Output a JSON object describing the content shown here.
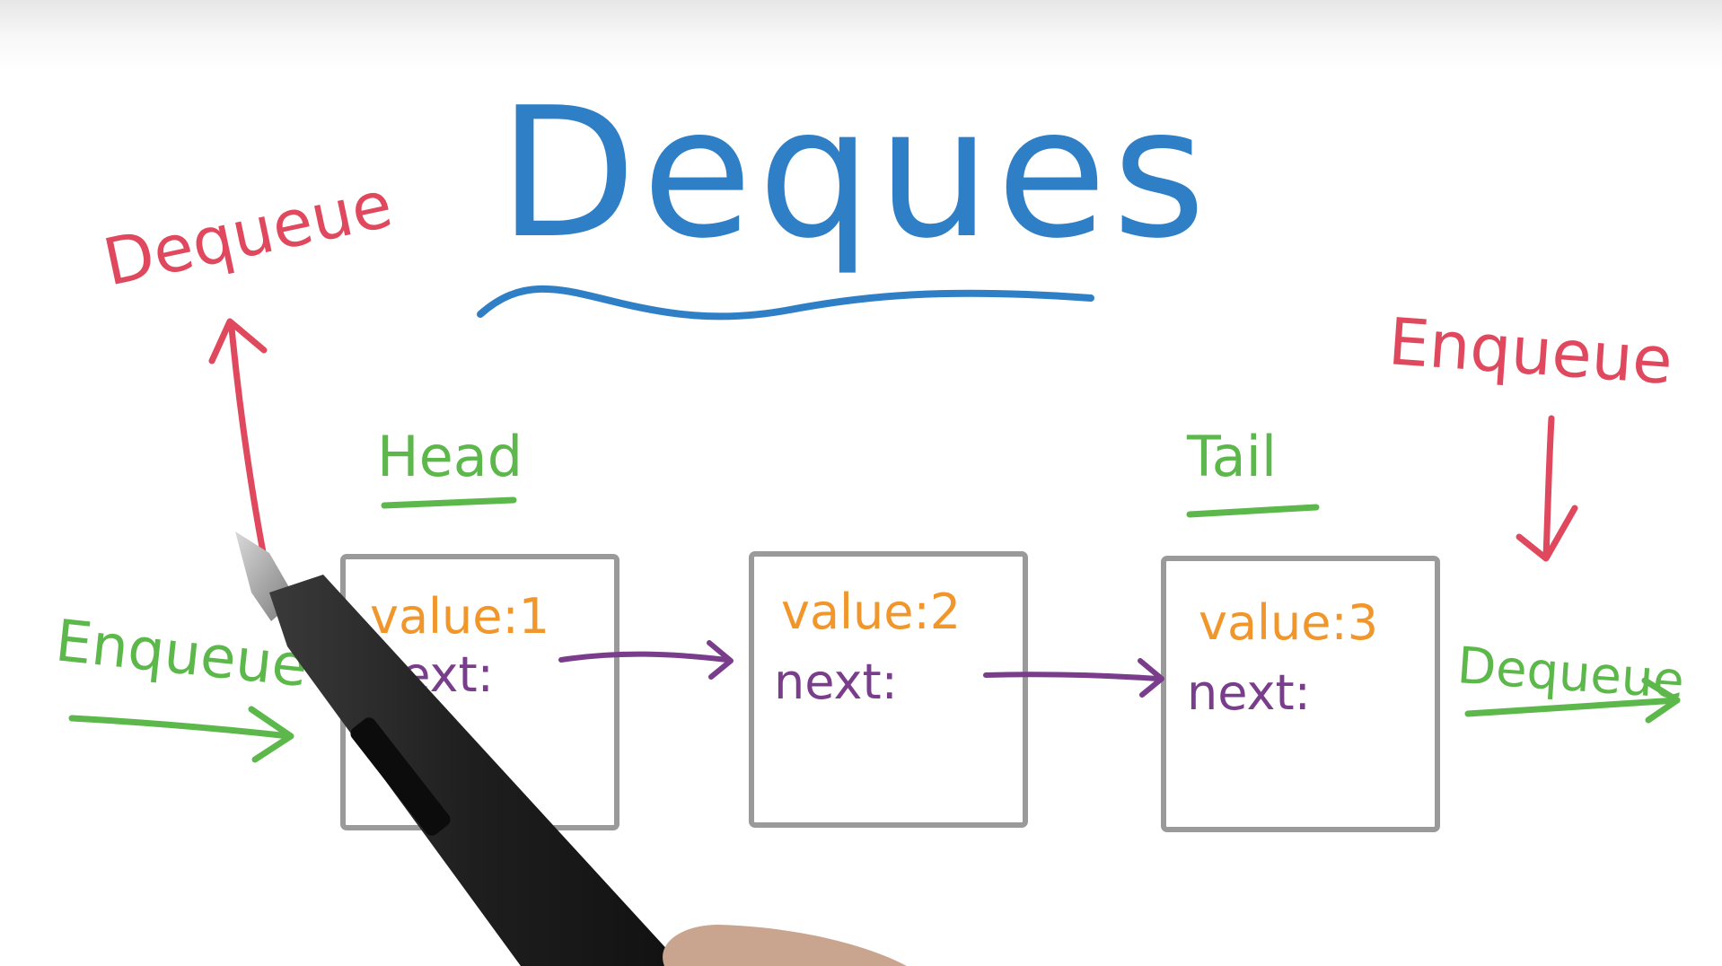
{
  "title": "Deques",
  "colors": {
    "title": "#2f7fc6",
    "dequeue_red": "#e0485e",
    "enqueue_green": "#5cb84a",
    "value_orange": "#f0962a",
    "next_purple": "#7a3d8c",
    "node_border": "#9a9a9a",
    "pen_body": "#2a2a2a"
  },
  "labels": {
    "head": "Head",
    "tail": "Tail",
    "left_dequeue": "Dequeue",
    "left_enqueue": "Enqueue",
    "right_enqueue": "Enqueue",
    "right_dequeue": "Dequeue"
  },
  "nodes": [
    {
      "value": "value:1",
      "next": "next:"
    },
    {
      "value": "value:2",
      "next": "next:"
    },
    {
      "value": "value:3",
      "next": "next:"
    }
  ]
}
